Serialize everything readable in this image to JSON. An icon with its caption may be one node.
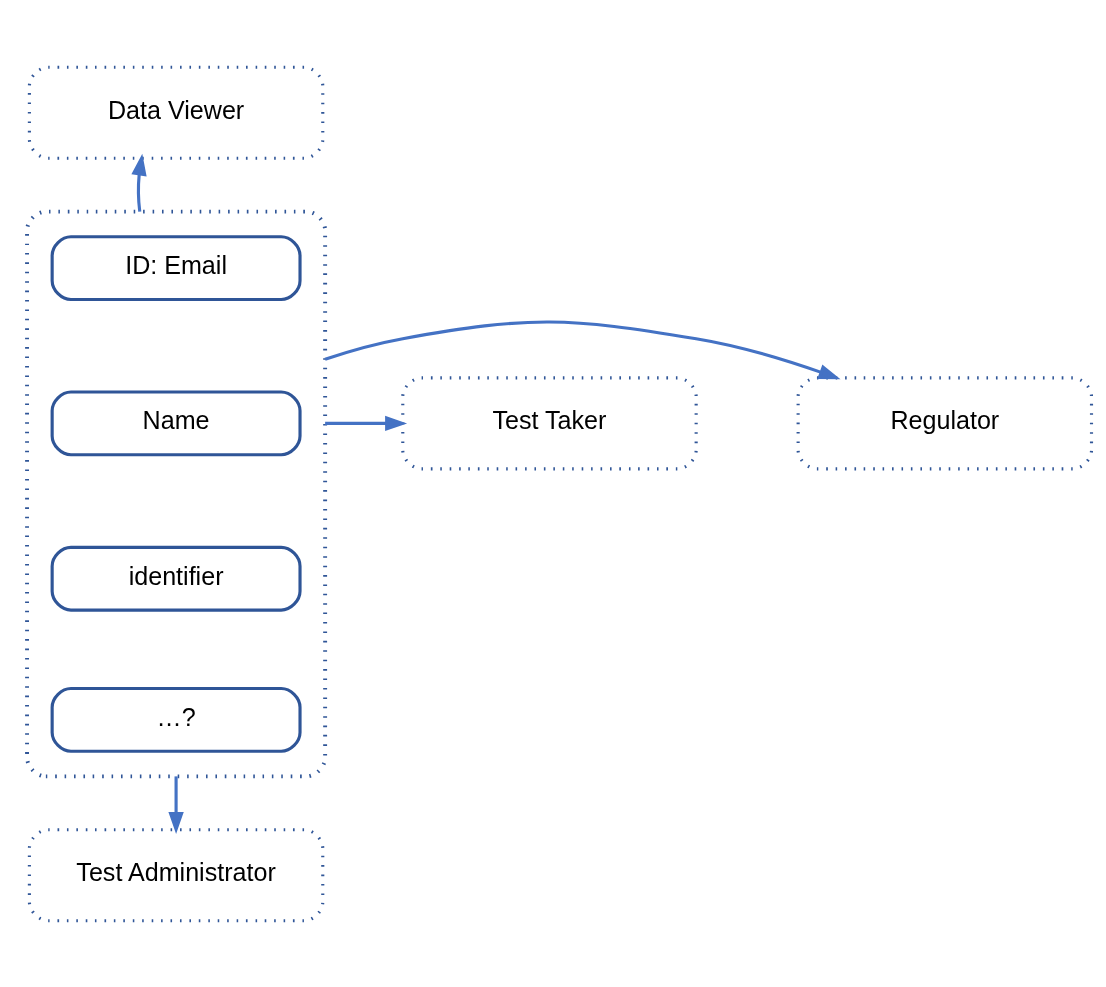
{
  "diagram": {
    "nodes": [
      {
        "text": [],
        "shape": "box"
      },
      {
        "text": [
          "ID: Email"
        ],
        "in": 0
      },
      {
        "text": [
          "Name"
        ],
        "in": 0
      },
      {
        "text": [
          "identifier"
        ],
        "in": 0
      },
      {
        "text": [
          "…?"
        ],
        "in": 0
      },
      {
        "text": [
          "Data Viewer"
        ]
      },
      {
        "text": [
          "Test Taker"
        ]
      },
      {
        "text": [
          "Regulator"
        ]
      },
      {
        "text": [
          "Test Administrator"
        ]
      }
    ],
    "edges": [
      {
        "from": 0,
        "to": 5,
        "arrow": "to"
      },
      {
        "from": 0,
        "to": 6,
        "arrow": "to"
      },
      {
        "from": 0,
        "to": 7,
        "arrow": "to"
      },
      {
        "from": 0,
        "to": 8,
        "arrow": "to"
      }
    ]
  }
}
